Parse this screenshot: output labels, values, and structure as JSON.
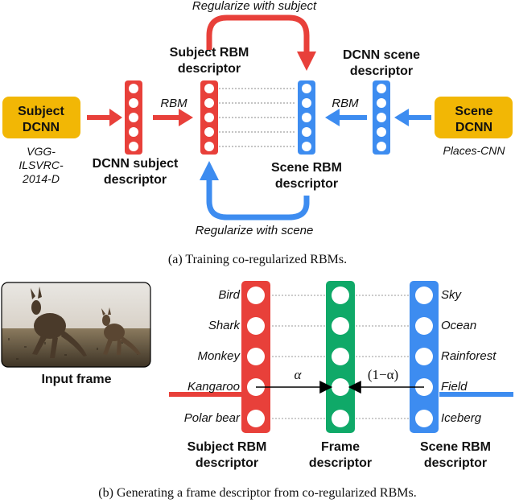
{
  "top": {
    "subject_box": [
      "Subject",
      "DCNN"
    ],
    "subject_model": [
      "VGG-",
      "ILSVRC-",
      "2014-D"
    ],
    "scene_box": [
      "Scene",
      "DCNN"
    ],
    "scene_model": "Places-CNN",
    "dcnn_subject_desc": [
      "DCNN subject",
      "descriptor"
    ],
    "dcnn_scene_desc": [
      "DCNN scene",
      "descriptor"
    ],
    "subject_rbm_desc": [
      "Subject RBM",
      "descriptor"
    ],
    "scene_rbm_desc": [
      "Scene RBM",
      "descriptor"
    ],
    "rbm_left": "RBM",
    "rbm_right": "RBM",
    "reg_subject": "Regularize with subject",
    "reg_scene": "Regularize with scene",
    "caption": "(a)  Training co-regularized RBMs."
  },
  "bottom": {
    "input_frame": "Input frame",
    "subject_classes": [
      "Bird",
      "Shark",
      "Monkey",
      "Kangaroo",
      "Polar bear"
    ],
    "scene_classes": [
      "Sky",
      "Ocean",
      "Rainforest",
      "Field",
      "Iceberg"
    ],
    "alpha": "α",
    "one_minus_alpha": "(1−α)",
    "subject_rbm_desc": [
      "Subject RBM",
      "descriptor"
    ],
    "frame_desc": [
      "Frame",
      "descriptor"
    ],
    "scene_rbm_desc": [
      "Scene RBM",
      "descriptor"
    ],
    "caption": "(b)  Generating a frame descriptor from co-regularized RBMs."
  },
  "colors": {
    "red": "#e8403a",
    "blue": "#3d8cf0",
    "green": "#0fa968",
    "gold": "#f2b705"
  }
}
